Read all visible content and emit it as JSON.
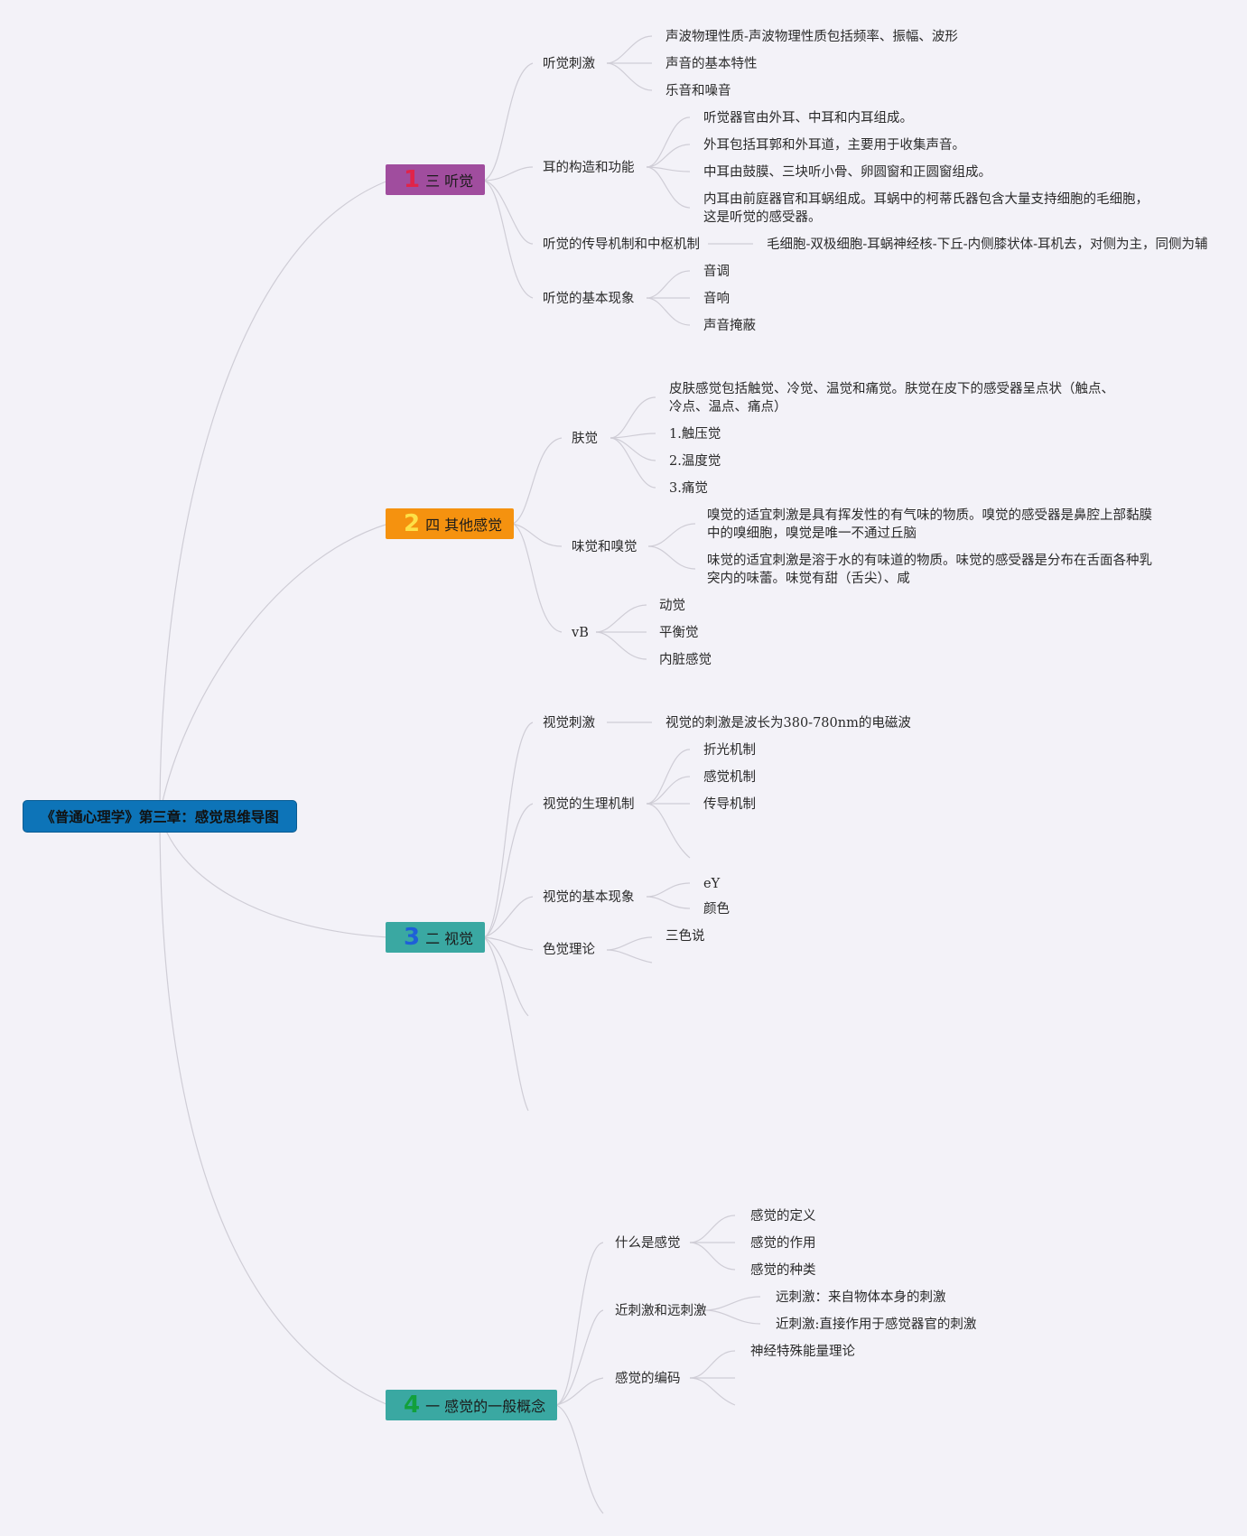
{
  "root": "《普通心理学》第三章：感觉思维导图",
  "topics": {
    "t1": {
      "num": "1",
      "title": "三 听觉",
      "color": "#a04d9e",
      "num_color": "#e0244a"
    },
    "t2": {
      "num": "2",
      "title": "四 其他感觉",
      "color": "#f5920f",
      "num_color": "#fde047"
    },
    "t3": {
      "num": "3",
      "title": "二 视觉",
      "color": "#3aa8a2",
      "num_color": "#1e5fd8"
    },
    "t4": {
      "num": "4",
      "title": "一 感觉的一般概念",
      "color": "#3aa8a2",
      "num_color": "#12a03c"
    }
  },
  "hearing": {
    "stimulus": "听觉刺激",
    "stimulus_items": [
      "声波物理性质-声波物理性质包括频率、振幅、波形",
      "声音的基本特性",
      "乐音和噪音"
    ],
    "ear": "耳的构造和功能",
    "ear_items": [
      "听觉器官由外耳、中耳和内耳组成。",
      "外耳包括耳郭和外耳道，主要用于收集声音。",
      "中耳由鼓膜、三块听小骨、卵圆窗和正圆窗组成。",
      "内耳由前庭器官和耳蜗组成。耳蜗中的柯蒂氏器包含大量支持细胞的毛细胞，这是听觉的感受器。"
    ],
    "conduction": "听觉的传导机制和中枢机制",
    "conduction_item": "毛细胞-双极细胞-耳蜗神经核-下丘-内侧膝状体-耳机去，对侧为主，同侧为辅",
    "phenomena": "听觉的基本现象",
    "phenomena_items": [
      "音调",
      "音响",
      "声音掩蔽"
    ]
  },
  "other": {
    "skin": "肤觉",
    "skin_items": [
      "皮肤感觉包括触觉、冷觉、温觉和痛觉。肤觉在皮下的感受器呈点状（触点、冷点、温点、痛点）",
      "1.触压觉",
      "2.温度觉",
      "3.痛觉"
    ],
    "taste": "味觉和嗅觉",
    "taste_items": [
      "嗅觉的适宜刺激是具有挥发性的有气味的物质。嗅觉的感受器是鼻腔上部黏膜中的嗅细胞，嗅觉是唯一不通过丘脑",
      "味觉的适宜刺激是溶于水的有味道的物质。味觉的感受器是分布在舌面各种乳突内的味蕾。味觉有甜（舌尖）、咸"
    ],
    "vb": "vB",
    "vb_items": [
      "动觉",
      "平衡觉",
      "内脏感觉"
    ]
  },
  "vision": {
    "stimulus": "视觉刺激",
    "stimulus_item": "视觉的刺激是波长为380-780nm的电磁波",
    "physio": "视觉的生理机制",
    "physio_items": [
      "折光机制",
      "感觉机制",
      "传导机制"
    ],
    "phenomena": "视觉的基本现象",
    "phenomena_items": [
      "eY",
      "颜色"
    ],
    "color_theory": "色觉理论",
    "color_items": [
      "三色说"
    ]
  },
  "general": {
    "what": "什么是感觉",
    "what_items": [
      "感觉的定义",
      "感觉的作用",
      "感觉的种类"
    ],
    "near_far": "近刺激和远刺激",
    "near_far_items": [
      "远刺激：来自物体本身的刺激",
      "近刺激:直接作用于感觉器官的刺激"
    ],
    "coding": "感觉的编码",
    "coding_items": [
      "神经特殊能量理论"
    ]
  }
}
